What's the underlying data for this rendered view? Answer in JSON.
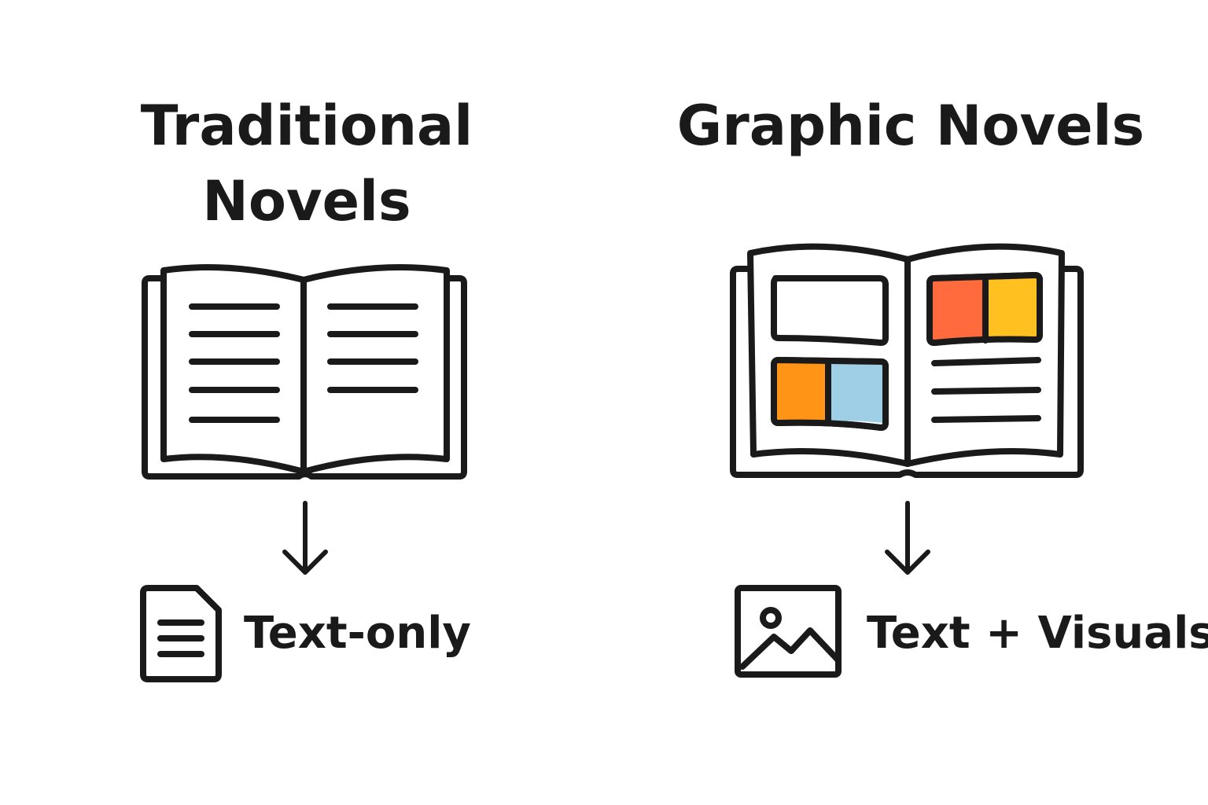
{
  "traditional": {
    "title_line1": "Traditional",
    "title_line2": "Novels",
    "caption": "Text-only",
    "icons": [
      "open-book-text-icon",
      "arrow-down-icon",
      "document-icon"
    ]
  },
  "graphic": {
    "title": "Graphic Novels",
    "caption": "Text + Visuals",
    "icons": [
      "open-book-panels-icon",
      "arrow-down-icon",
      "image-icon"
    ]
  },
  "colors": {
    "stroke": "#1a1a1a",
    "background": "#ffffff",
    "panel_red_orange": "#ff6b3d",
    "panel_yellow": "#ffc020",
    "panel_orange": "#ff9416",
    "panel_light_blue": "#9ecfe6"
  }
}
